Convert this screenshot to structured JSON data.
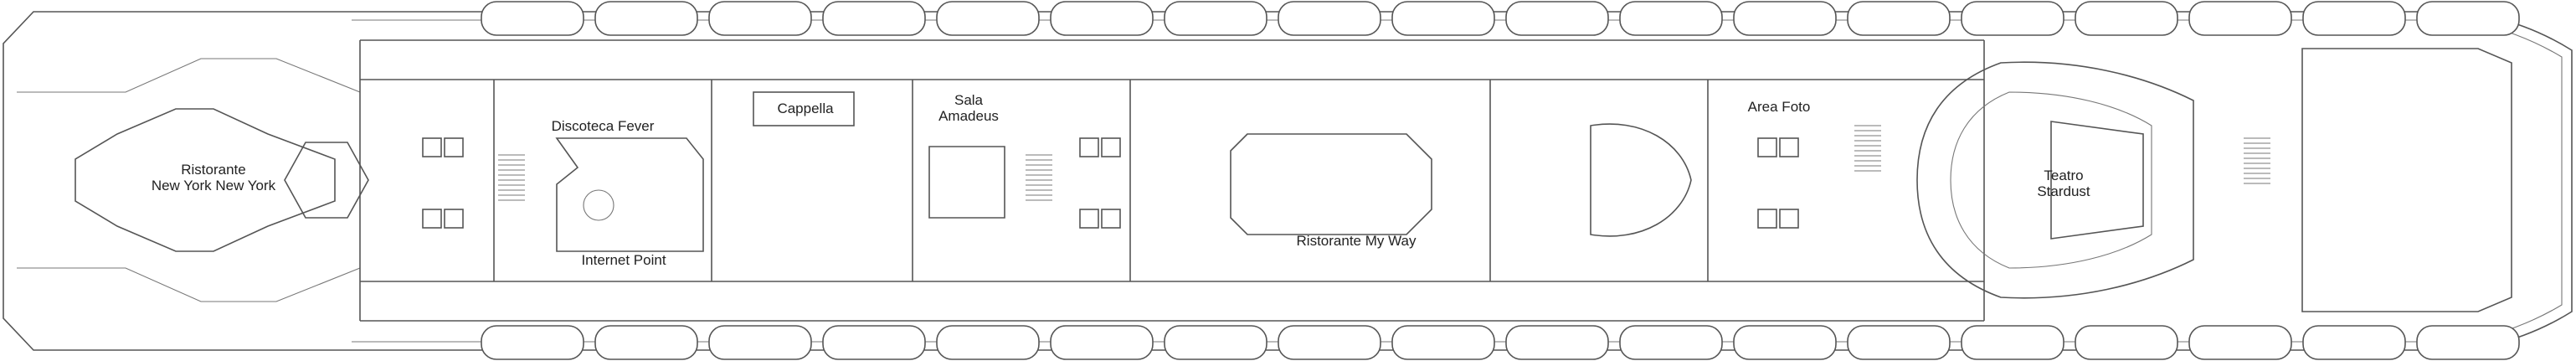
{
  "deck": {
    "labels": {
      "ny": "Ristorante\nNew York New York",
      "disco": "Discoteca Fever",
      "internet": "Internet Point",
      "cappella": "Cappella",
      "amadeus": "Sala\nAmadeus",
      "myway": "Ristorante My Way",
      "foto": "Area Foto",
      "teatro": "Teatro\nStardust"
    }
  },
  "colors": {
    "line": "#555555",
    "background": "#ffffff"
  }
}
